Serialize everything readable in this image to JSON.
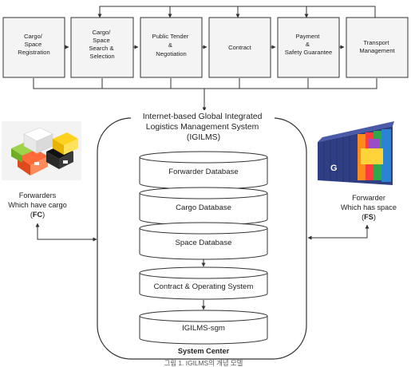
{
  "process": {
    "steps": [
      {
        "lines": [
          "Cargo/",
          "Space",
          "Registration"
        ]
      },
      {
        "lines": [
          "Cargo/",
          "Space",
          "Search &",
          "Selection"
        ]
      },
      {
        "lines": [
          "Public Tender",
          "&",
          "Negotiation"
        ]
      },
      {
        "lines": [
          "Contract"
        ]
      },
      {
        "lines": [
          "Payment",
          "&",
          "Safety Guarantee"
        ]
      },
      {
        "lines": [
          "Transport",
          "Management"
        ]
      }
    ]
  },
  "system": {
    "title_lines": [
      "Internet-based Global Integrated",
      "Logistics Management System",
      "(IGILMS)"
    ],
    "databases": [
      "Forwarder Database",
      "Cargo Database",
      "Space Database"
    ],
    "modules": [
      "Contract & Operating System",
      "IGILMS-sgm"
    ],
    "center_label": "System Center"
  },
  "left_actor": {
    "lines": [
      "Forwarders",
      "Which have cargo"
    ],
    "code": "FC",
    "image_icon": "cargo-boxes-icon"
  },
  "right_actor": {
    "lines": [
      "Forwarder",
      "Which has space"
    ],
    "code": "FS",
    "image_icon": "shipping-container-icon"
  },
  "caption": "그림 1. IGILMS의 개념 모델",
  "colors": {
    "box_fill": "#f4f4f4",
    "stroke": "#333333",
    "container_blue": "#3a4a8c"
  }
}
